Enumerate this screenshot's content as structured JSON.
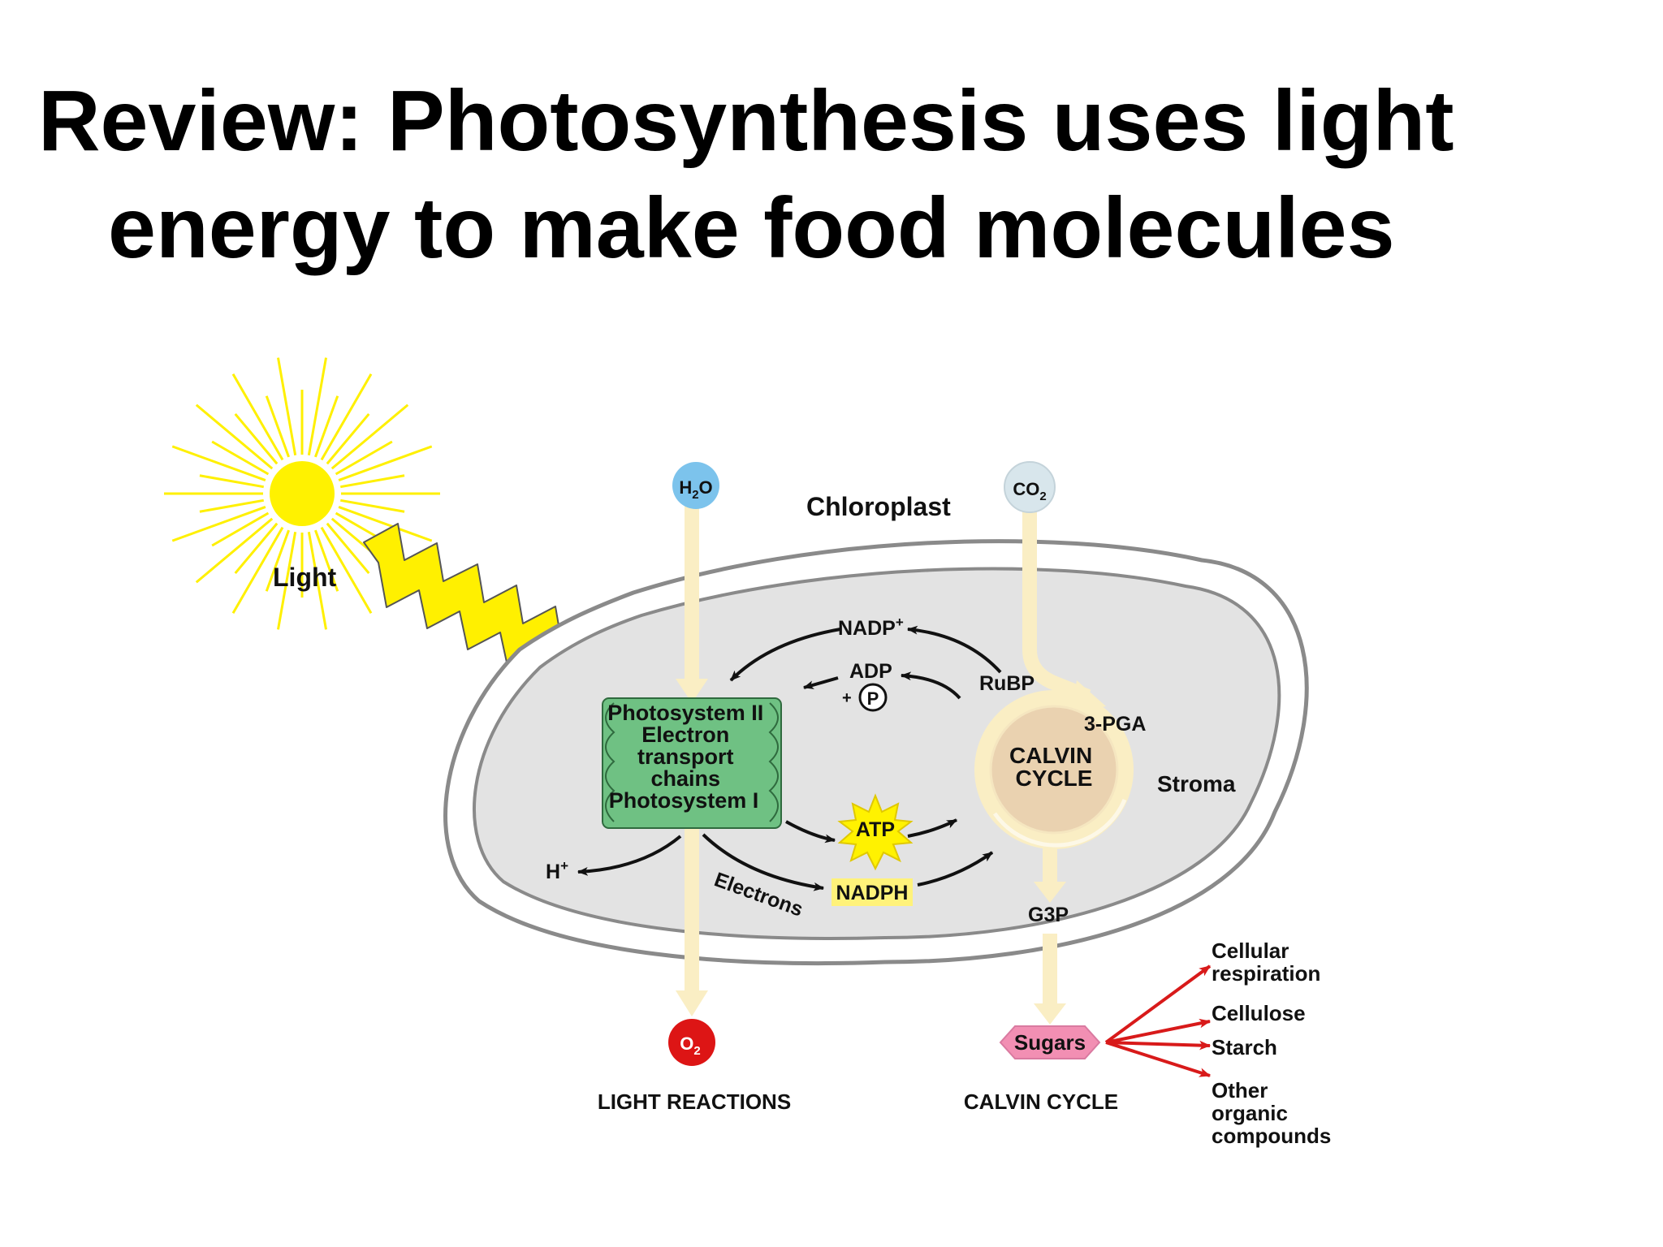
{
  "slide": {
    "title_line1": "Review: Photosynthesis uses light",
    "title_line2": "energy to make food molecules"
  },
  "diagram": {
    "light_label": "Light",
    "chloroplast_label": "Chloroplast",
    "stroma_label": "Stroma",
    "inputs": {
      "water": "H",
      "water_sub": "2",
      "water_tail": "O",
      "co2": "CO",
      "co2_sub": "2"
    },
    "output_o2": "O",
    "output_o2_sub": "2",
    "light_reactions": {
      "box_lines": [
        "Photosystem II",
        "Electron",
        "transport",
        "chains",
        "Photosystem I"
      ],
      "section_label": "LIGHT REACTIONS",
      "proton": "H",
      "proton_sup": "+",
      "electrons": "Electrons"
    },
    "carriers": {
      "nadp": "NADP",
      "nadp_sup": "+",
      "adp": "ADP",
      "plus": "+",
      "phosphate": "P",
      "atp": "ATP",
      "nadph": "NADPH"
    },
    "calvin": {
      "circle_line1": "CALVIN",
      "circle_line2": "CYCLE",
      "rubp": "RuBP",
      "pga": "3-PGA",
      "g3p": "G3P",
      "section_label": "CALVIN CYCLE"
    },
    "sugars": "Sugars",
    "products": [
      [
        "Cellular",
        "respiration"
      ],
      [
        "Cellulose"
      ],
      [
        "Starch"
      ],
      [
        "Other",
        "organic",
        "compounds"
      ]
    ],
    "colors": {
      "sun": "#FFFF00",
      "water": "#7CC3EC",
      "co2": "#D8E6EC",
      "o2": "#DD1515",
      "photosystem": "#6FC183",
      "calvin": "#EAD2B0",
      "cream_arrow": "#FAEEC4",
      "sugars": "#F28FB3",
      "product_arrows": "#D81A1A",
      "atp": "#FFF200",
      "nadph": "#FFF27A"
    }
  }
}
